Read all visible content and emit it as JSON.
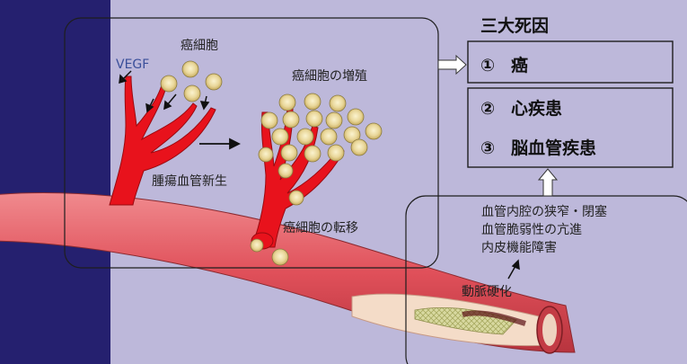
{
  "labels": {
    "cancer_cell": "癌細胞",
    "vegf": "VEGF",
    "proliferation": "癌細胞の増殖",
    "angiogenesis": "腫瘍血管新生",
    "metastasis": "癌細胞の転移",
    "arteriosclerosis": "動脈硬化"
  },
  "causes": {
    "title": "三大死因",
    "items": [
      {
        "num": "①",
        "label": "癌"
      },
      {
        "num": "②",
        "label": "心疾患"
      },
      {
        "num": "③",
        "label": "脳血管疾患"
      }
    ]
  },
  "vascular_effects": [
    "血管内腔の狭窄・閉塞",
    "血管脆弱性の亢進",
    "内皮機能障害"
  ],
  "colors": {
    "background": "#bdb8da",
    "left_band": "#25206f",
    "vessel": "#e0505a",
    "tumor_vessel": "#e8121c",
    "cell": "#e8d6a0"
  }
}
